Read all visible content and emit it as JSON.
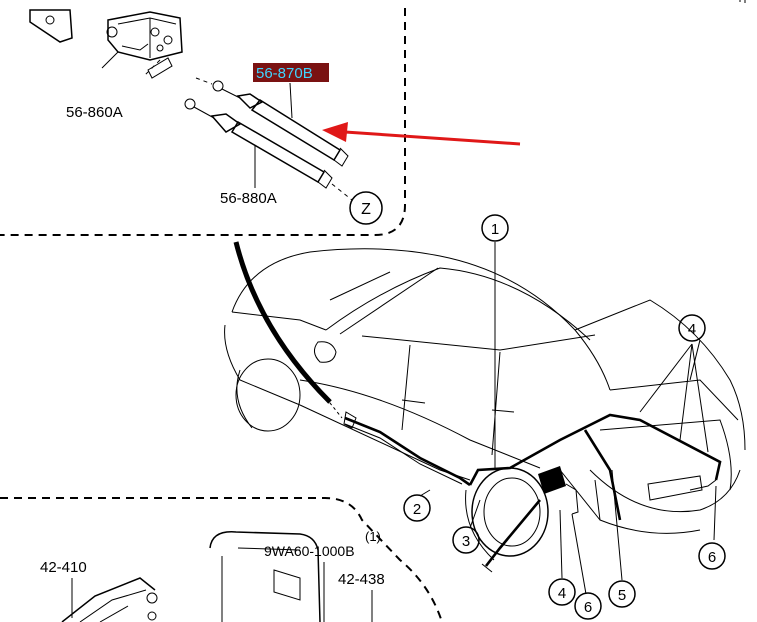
{
  "labels": {
    "bracket": "56-860A",
    "strut_upper_highlight": "56-870B",
    "strut_lower": "56-880A",
    "view_z": "Z",
    "lamp": "42-410",
    "trim": "9WA60-1000B",
    "trim_qty": "(1)",
    "lens": "42-438"
  },
  "callouts": [
    "1",
    "2",
    "3",
    "4",
    "4",
    "5",
    "6",
    "6"
  ],
  "colors": {
    "highlight_bg": "#7a1212",
    "highlight_text": "#3fd4ff",
    "arrow": "#e01818"
  }
}
